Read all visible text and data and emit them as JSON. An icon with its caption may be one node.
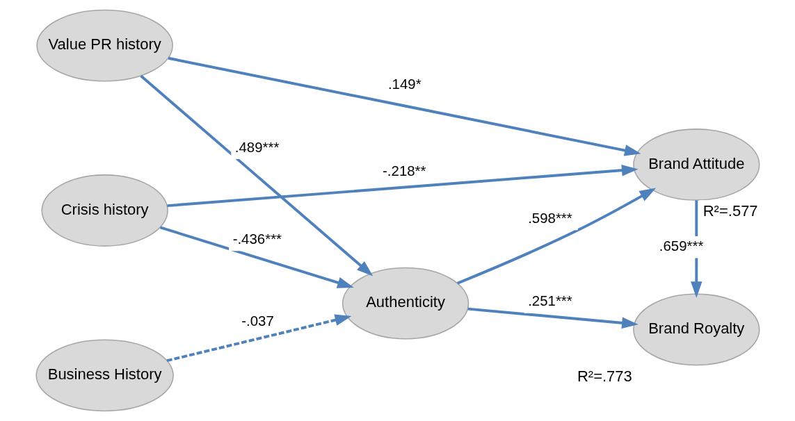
{
  "diagram": {
    "nodes": [
      {
        "text": [
          "Value PR history"
        ]
      },
      {
        "text": [
          "Crisis history"
        ]
      },
      {
        "text": [
          "Business History"
        ]
      },
      {
        "text": [
          "Authenticity"
        ]
      },
      {
        "text": [
          "Brand Attitude"
        ],
        "beside": [
          "R²=.577"
        ]
      },
      {
        "text": [
          "Brand Royalty"
        ],
        "beside": [
          "R²=.773"
        ]
      }
    ],
    "edges": [
      {
        "from": 0,
        "to": 4,
        "arrow": "to",
        "label": ".149*"
      },
      {
        "from": 0,
        "to": 3,
        "arrow": "to",
        "label": ".489***"
      },
      {
        "from": 1,
        "to": 4,
        "arrow": "to",
        "label": "-.218**"
      },
      {
        "from": 1,
        "to": 3,
        "arrow": "to",
        "label": "-.436***"
      },
      {
        "from": 2,
        "to": 3,
        "arrow": "to",
        "label": "-.037",
        "style": "dashed"
      },
      {
        "from": 3,
        "to": 4,
        "arrow": "to",
        "label": ".598***"
      },
      {
        "from": 3,
        "to": 5,
        "arrow": "to",
        "label": ".251***"
      },
      {
        "from": 4,
        "to": 5,
        "arrow": "to",
        "label": ".659***"
      }
    ]
  }
}
